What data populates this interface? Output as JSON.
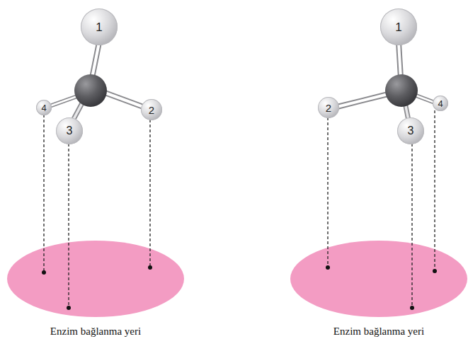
{
  "diagram": {
    "nodes": [
      {
        "text": [
          "1"
        ]
      },
      {
        "text": [
          "4"
        ]
      },
      {
        "text": [
          "2"
        ]
      },
      {
        "text": [
          "3"
        ]
      },
      {
        "text": [
          "Enzim bağlanma yeri"
        ]
      },
      {
        "text": [
          "1"
        ]
      },
      {
        "text": [
          "2"
        ]
      },
      {
        "text": [
          "4"
        ]
      },
      {
        "text": [
          "3"
        ]
      },
      {
        "text": [
          "Enzim bağlanma yeri"
        ]
      }
    ],
    "edges": [
      {
        "from": 1,
        "to": 4,
        "arrow": "none"
      },
      {
        "from": 3,
        "to": 4,
        "arrow": "none"
      },
      {
        "from": 2,
        "to": 4,
        "arrow": "none"
      },
      {
        "from": 6,
        "to": 9,
        "arrow": "none"
      },
      {
        "from": 8,
        "to": 9,
        "arrow": "none"
      },
      {
        "from": 7,
        "to": 9,
        "arrow": "none"
      }
    ]
  }
}
